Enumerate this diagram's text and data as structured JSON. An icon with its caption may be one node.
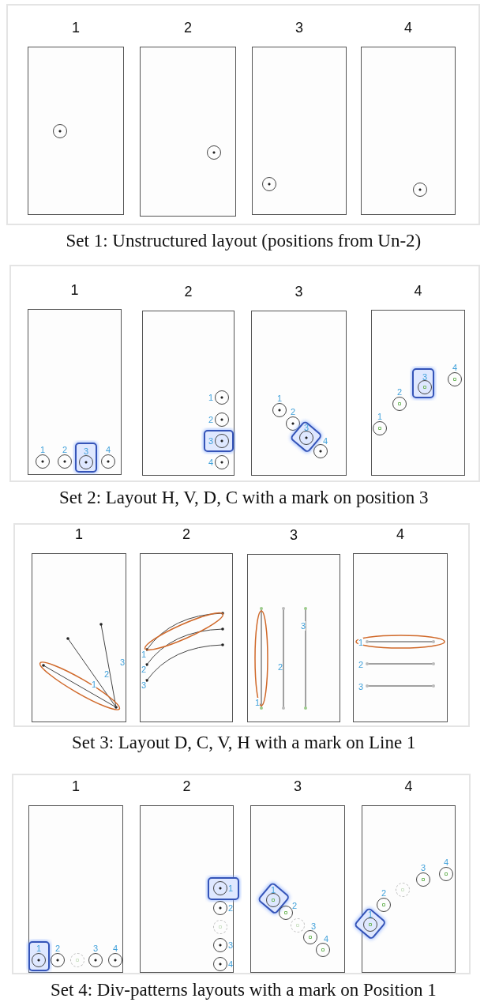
{
  "diagram": {
    "nodes": [
      {
        "text": [
          "Set 1: Unstructured layout (positions from Un-2)"
        ]
      },
      {
        "text": [
          "1"
        ],
        "in": 0
      },
      {
        "text": [],
        "shape": "circle",
        "in": 1
      },
      {
        "text": [
          "2"
        ],
        "in": 0
      },
      {
        "text": [],
        "shape": "circle",
        "in": 3
      },
      {
        "text": [
          "3"
        ],
        "in": 0
      },
      {
        "text": [],
        "shape": "circle",
        "in": 5
      },
      {
        "text": [
          "4"
        ],
        "in": 0
      },
      {
        "text": [],
        "shape": "circle",
        "in": 7
      },
      {
        "text": [
          "Set 2: Layout H, V, D, C with a mark on position 3"
        ]
      },
      {
        "text": [
          "1"
        ],
        "in": 9
      },
      {
        "text": [],
        "shape": "circle",
        "beside": [
          "1"
        ],
        "in": 10
      },
      {
        "text": [],
        "shape": "circle",
        "beside": [
          "2"
        ],
        "in": 10
      },
      {
        "text": [],
        "shape": "box",
        "in": 10
      },
      {
        "text": [],
        "shape": "circle",
        "beside": [
          "3"
        ],
        "in": 13
      },
      {
        "text": [],
        "shape": "circle",
        "beside": [
          "4"
        ],
        "in": 10
      },
      {
        "text": [
          "2"
        ],
        "in": 9
      },
      {
        "text": [],
        "shape": "circle",
        "beside": [
          "1"
        ],
        "in": 16
      },
      {
        "text": [],
        "shape": "circle",
        "beside": [
          "2"
        ],
        "in": 16
      },
      {
        "text": [],
        "shape": "box",
        "in": 16
      },
      {
        "text": [],
        "shape": "circle",
        "beside": [
          "3"
        ],
        "in": 19
      },
      {
        "text": [],
        "shape": "circle",
        "beside": [
          "4"
        ],
        "in": 16
      },
      {
        "text": [
          "3"
        ],
        "in": 9
      },
      {
        "text": [],
        "shape": "circle",
        "beside": [
          "1"
        ],
        "in": 22
      },
      {
        "text": [],
        "shape": "circle",
        "beside": [
          "2"
        ],
        "in": 22
      },
      {
        "text": [],
        "shape": "box",
        "in": 22
      },
      {
        "text": [],
        "shape": "circle",
        "beside": [
          "3"
        ],
        "in": 25
      },
      {
        "text": [],
        "shape": "circle",
        "beside": [
          "4"
        ],
        "in": 22
      },
      {
        "text": [
          "4"
        ],
        "in": 9
      },
      {
        "text": [],
        "shape": "circle",
        "beside": [
          "1"
        ],
        "in": 28
      },
      {
        "text": [],
        "shape": "circle",
        "beside": [
          "2"
        ],
        "in": 28
      },
      {
        "text": [],
        "shape": "box",
        "in": 28
      },
      {
        "text": [],
        "shape": "circle",
        "beside": [
          "3"
        ],
        "in": 31
      },
      {
        "text": [],
        "shape": "circle",
        "beside": [
          "4"
        ],
        "in": 28
      },
      {
        "text": [
          "Set 3: Layout D, C, V, H with a mark on Line 1"
        ]
      },
      {
        "text": [
          "1"
        ],
        "in": 34
      },
      {
        "text": [
          "2"
        ],
        "in": 34
      },
      {
        "text": [
          "3"
        ],
        "in": 34
      },
      {
        "text": [
          "4"
        ],
        "in": 34
      },
      {
        "text": [
          "Set 4: Div-patterns layouts with a mark on Position 1"
        ]
      },
      {
        "text": [
          "1"
        ],
        "in": 39
      },
      {
        "text": [],
        "shape": "box",
        "in": 40
      },
      {
        "text": [],
        "shape": "circle",
        "beside": [
          "1"
        ],
        "in": 41
      },
      {
        "text": [],
        "shape": "circle",
        "beside": [
          "2"
        ],
        "in": 40
      },
      {
        "text": [],
        "shape": "circle",
        "in": 40
      },
      {
        "text": [],
        "shape": "circle",
        "beside": [
          "3"
        ],
        "in": 40
      },
      {
        "text": [],
        "shape": "circle",
        "beside": [
          "4"
        ],
        "in": 40
      },
      {
        "text": [
          "2"
        ],
        "in": 39
      },
      {
        "text": [],
        "shape": "box",
        "in": 47
      },
      {
        "text": [],
        "shape": "circle",
        "beside": [
          "1"
        ],
        "in": 48
      },
      {
        "text": [],
        "shape": "circle",
        "beside": [
          "2"
        ],
        "in": 47
      },
      {
        "text": [],
        "shape": "circle",
        "in": 47
      },
      {
        "text": [],
        "shape": "circle",
        "beside": [
          "3"
        ],
        "in": 47
      },
      {
        "text": [],
        "shape": "circle",
        "beside": [
          "4"
        ],
        "in": 47
      },
      {
        "text": [
          "3"
        ],
        "in": 39
      },
      {
        "text": [],
        "shape": "box",
        "in": 54
      },
      {
        "text": [],
        "shape": "circle",
        "beside": [
          "1"
        ],
        "in": 55
      },
      {
        "text": [],
        "shape": "circle",
        "beside": [
          "2"
        ],
        "in": 54
      },
      {
        "text": [],
        "shape": "circle",
        "in": 54
      },
      {
        "text": [],
        "shape": "circle",
        "beside": [
          "3"
        ],
        "in": 54
      },
      {
        "text": [],
        "shape": "circle",
        "beside": [
          "4"
        ],
        "in": 54
      },
      {
        "text": [
          "4"
        ],
        "in": 39
      },
      {
        "text": [],
        "shape": "box",
        "in": 61
      },
      {
        "text": [],
        "shape": "circle",
        "beside": [
          "1"
        ],
        "in": 62
      },
      {
        "text": [],
        "shape": "circle",
        "beside": [
          "2"
        ],
        "in": 61
      },
      {
        "text": [],
        "shape": "circle",
        "in": 61
      },
      {
        "text": [],
        "shape": "circle",
        "beside": [
          "3"
        ],
        "in": 61
      },
      {
        "text": [],
        "shape": "circle",
        "beside": [
          "4"
        ],
        "in": 61
      }
    ],
    "labels": [
      "1",
      "2",
      "3",
      "1",
      "2",
      "3",
      "1",
      "2",
      "3",
      "1",
      "2",
      "3"
    ]
  }
}
